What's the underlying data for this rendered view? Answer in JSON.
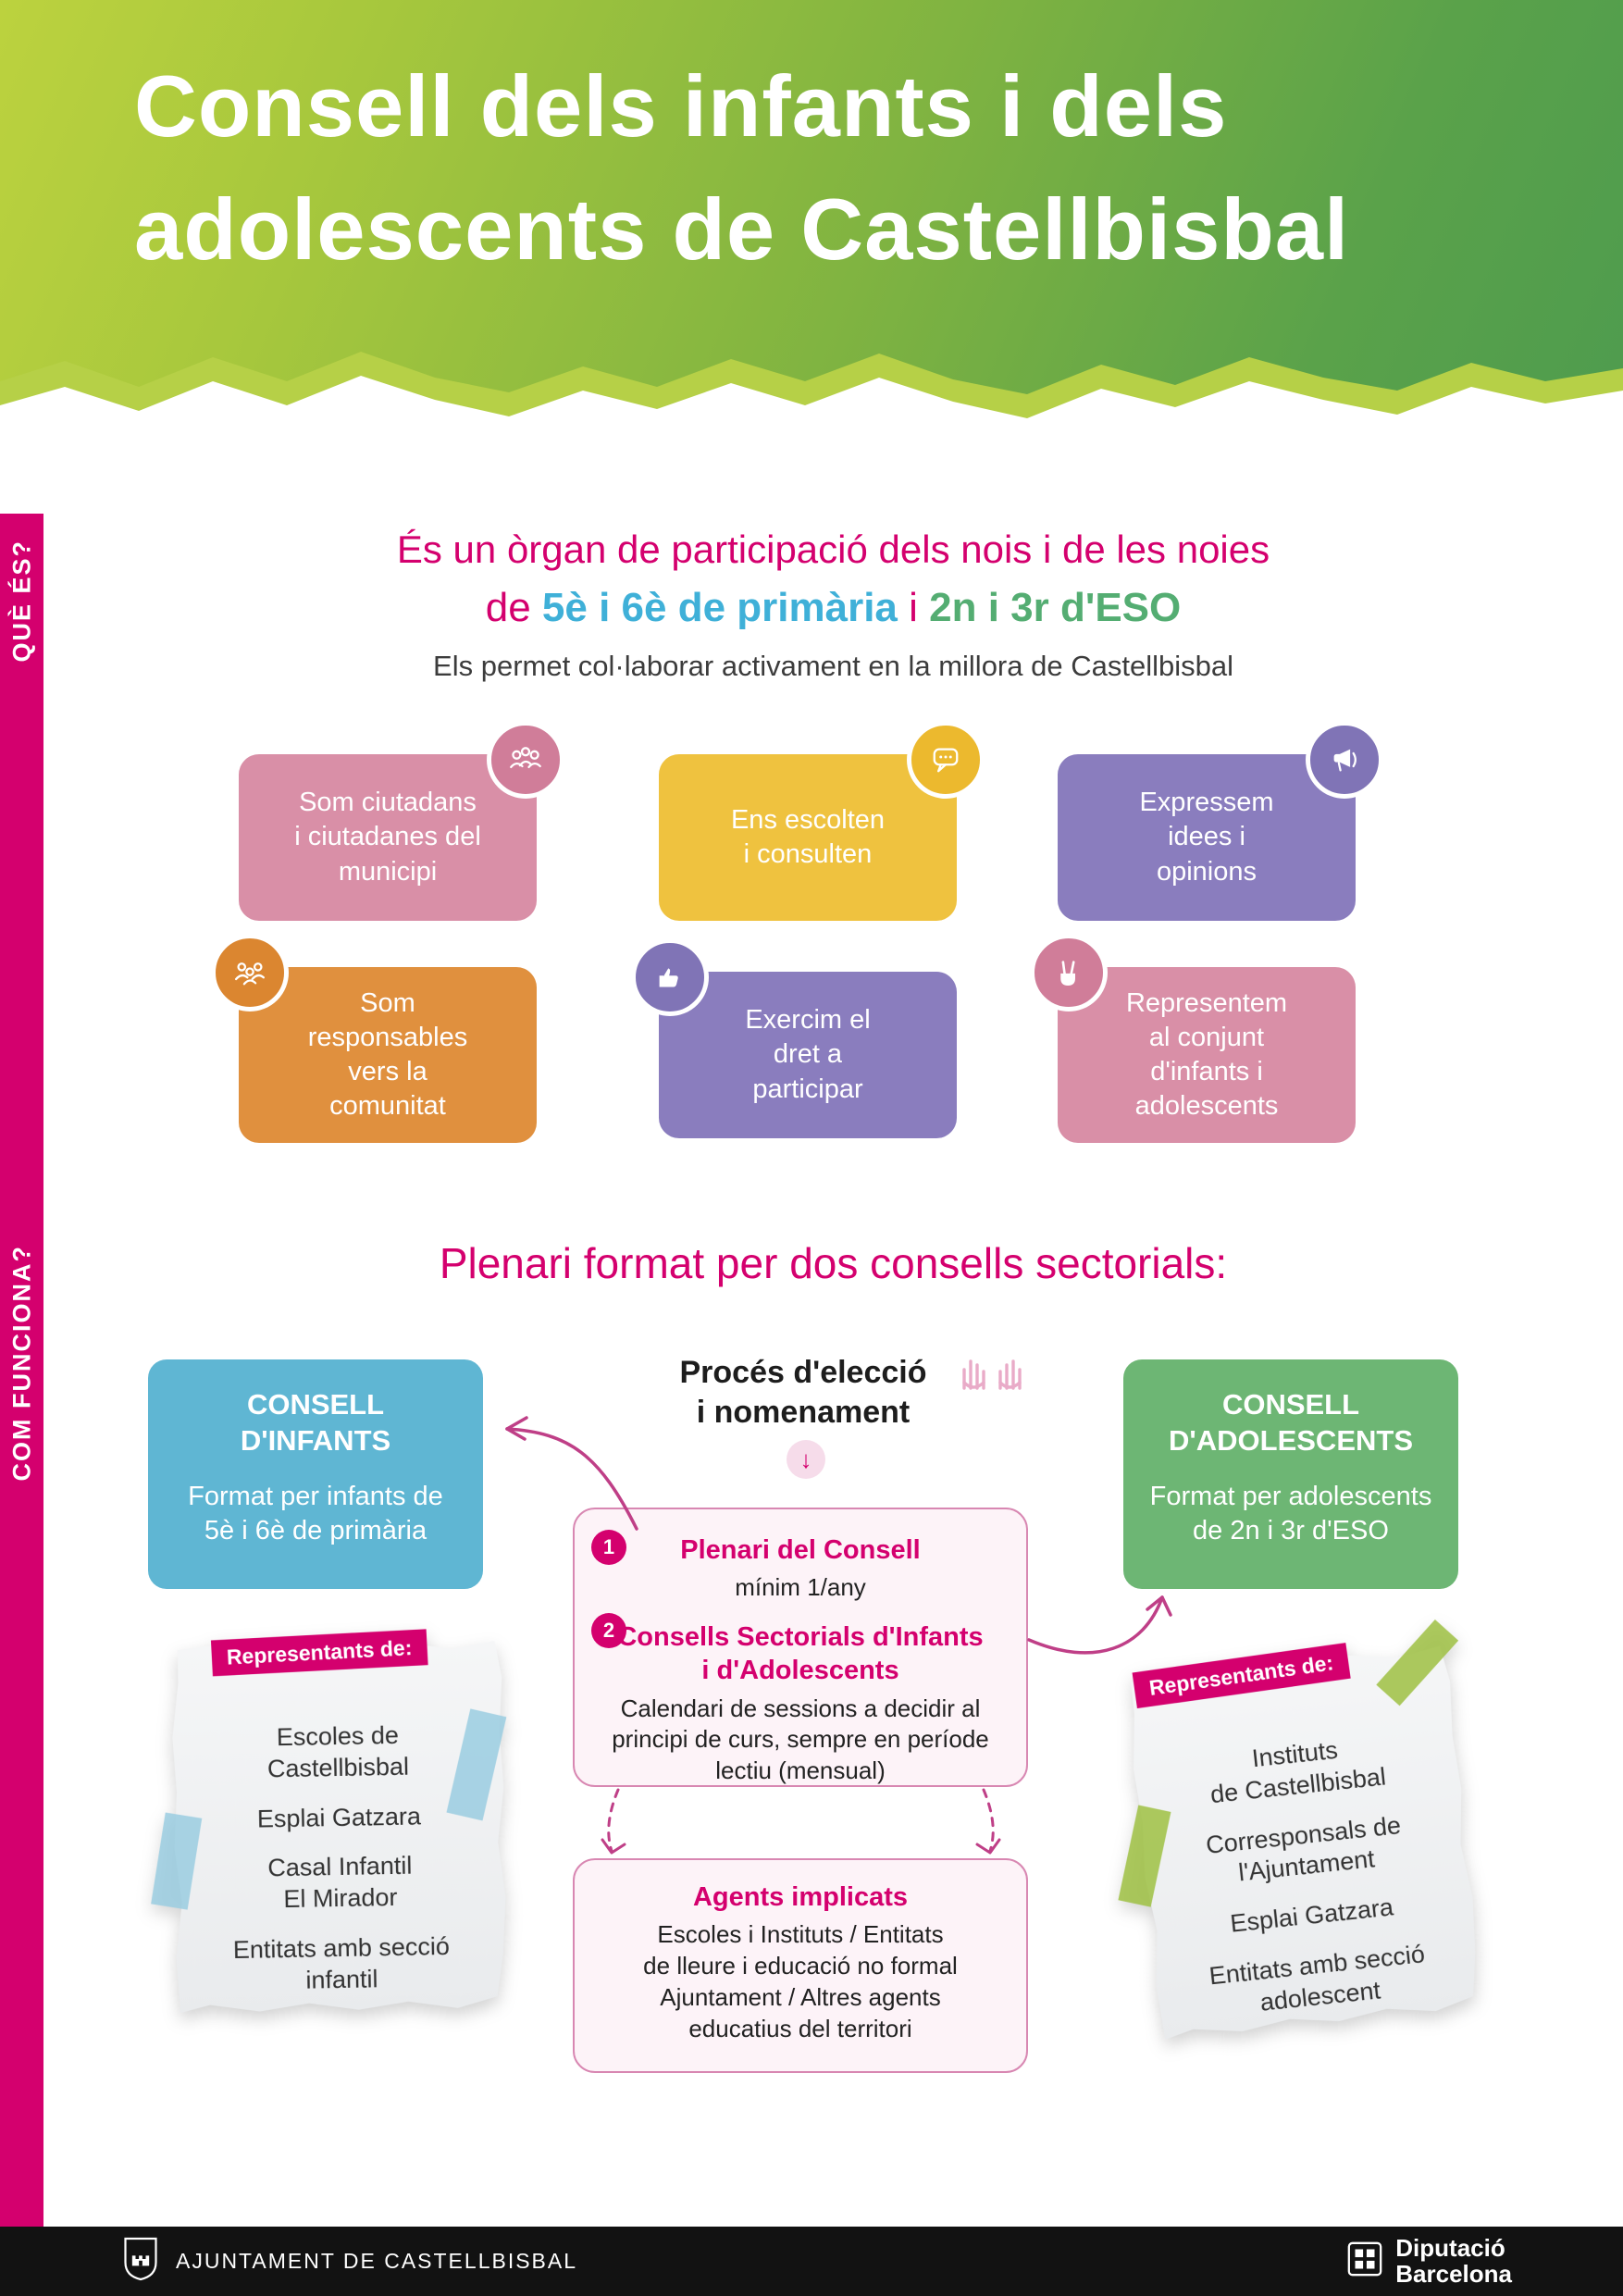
{
  "colors": {
    "magenta": "#d4006e",
    "header_green_light": "#bcd23e",
    "header_green_dark": "#4f9c4e",
    "primaria_blue": "#3fb0d8",
    "eso_green": "#54ad72",
    "card_pink": "#d98fa7",
    "card_yellow": "#efc23f",
    "card_purple": "#8a7dbe",
    "card_orange": "#e0903e",
    "consell_infants_blue": "#5fb6d3",
    "consell_adolescents_green": "#6db674",
    "box_border_pink": "#d887b2",
    "tape_blue": "#9acde0",
    "tape_green": "#a0c148",
    "footer_bg": "#121212"
  },
  "header": {
    "title": "Consell dels infants i dels\nadolescents de Castellbisbal"
  },
  "sidebar": {
    "tab_what": "QUÈ ÉS?",
    "tab_how": "COM FUNCIONA?"
  },
  "intro": {
    "line1": "És un òrgan de participació dels nois i de les noies",
    "line2_pre": "de ",
    "line2_primary": "5è i 6è de primària",
    "line2_mid": " i ",
    "line2_eso": "2n i 3r d'ESO",
    "line3": "Els permet col·laborar activament en la millora de Castellbisbal"
  },
  "cards": [
    {
      "label": "Som ciutadans\ni ciutadanes del\nmunicipi",
      "icon": "citizens-icon"
    },
    {
      "label": "Ens escolten\ni consulten",
      "icon": "chat-icon"
    },
    {
      "label": "Expressem\nidees i\nopinions",
      "icon": "megaphone-icon"
    },
    {
      "label": "Som\nresponsables\nvers la\ncomunitat",
      "icon": "community-icon"
    },
    {
      "label": "Exercim el\ndret a\nparticipar",
      "icon": "thumbs-up-icon"
    },
    {
      "label": "Representem\nal conjunt\nd'infants i\nadolescents",
      "icon": "victory-hand-icon"
    }
  ],
  "section2": {
    "heading": "Plenari format per dos consells sectorials:",
    "infants": {
      "title": "CONSELL\nD'INFANTS",
      "body": "Format per infants de\n5è i 6è de primària"
    },
    "adolescents": {
      "title": "CONSELL\nD'ADOLESCENTS",
      "body": "Format per adolescents\nde 2n i 3r d'ESO"
    },
    "proces": "Procés d'elecció\ni nomenament"
  },
  "plenari": {
    "num1": "1",
    "item1_title": "Plenari del Consell",
    "item1_body": "mínim 1/any",
    "num2": "2",
    "item2_title": "Consells Sectorials d'Infants\ni d'Adolescents",
    "item2_body": "Calendari de sessions a decidir al\nprincipi de curs, sempre en període\nlectiu (mensual)"
  },
  "agents": {
    "title": "Agents implicats",
    "body": "Escoles i Instituts / Entitats\nde lleure i educació no formal\nAjuntament / Altres agents\neducatius del territori"
  },
  "note_left": {
    "badge": "Representants de:",
    "items": [
      "Escoles de\nCastellbisbal",
      "Esplai Gatzara",
      "Casal Infantil\nEl Mirador",
      "Entitats amb secció\ninfantil"
    ]
  },
  "note_right": {
    "badge": "Representants de:",
    "items": [
      "Instituts\nde Castellbisbal",
      "Corresponsals de\nl'Ajuntament",
      "Esplai Gatzara",
      "Entitats amb secció\nadolescent"
    ]
  },
  "icons": {
    "down_arrow": "↓"
  },
  "footer": {
    "ajuntament": "AJUNTAMENT DE CASTELLBISBAL",
    "diputacio": "Diputació\nBarcelona"
  }
}
